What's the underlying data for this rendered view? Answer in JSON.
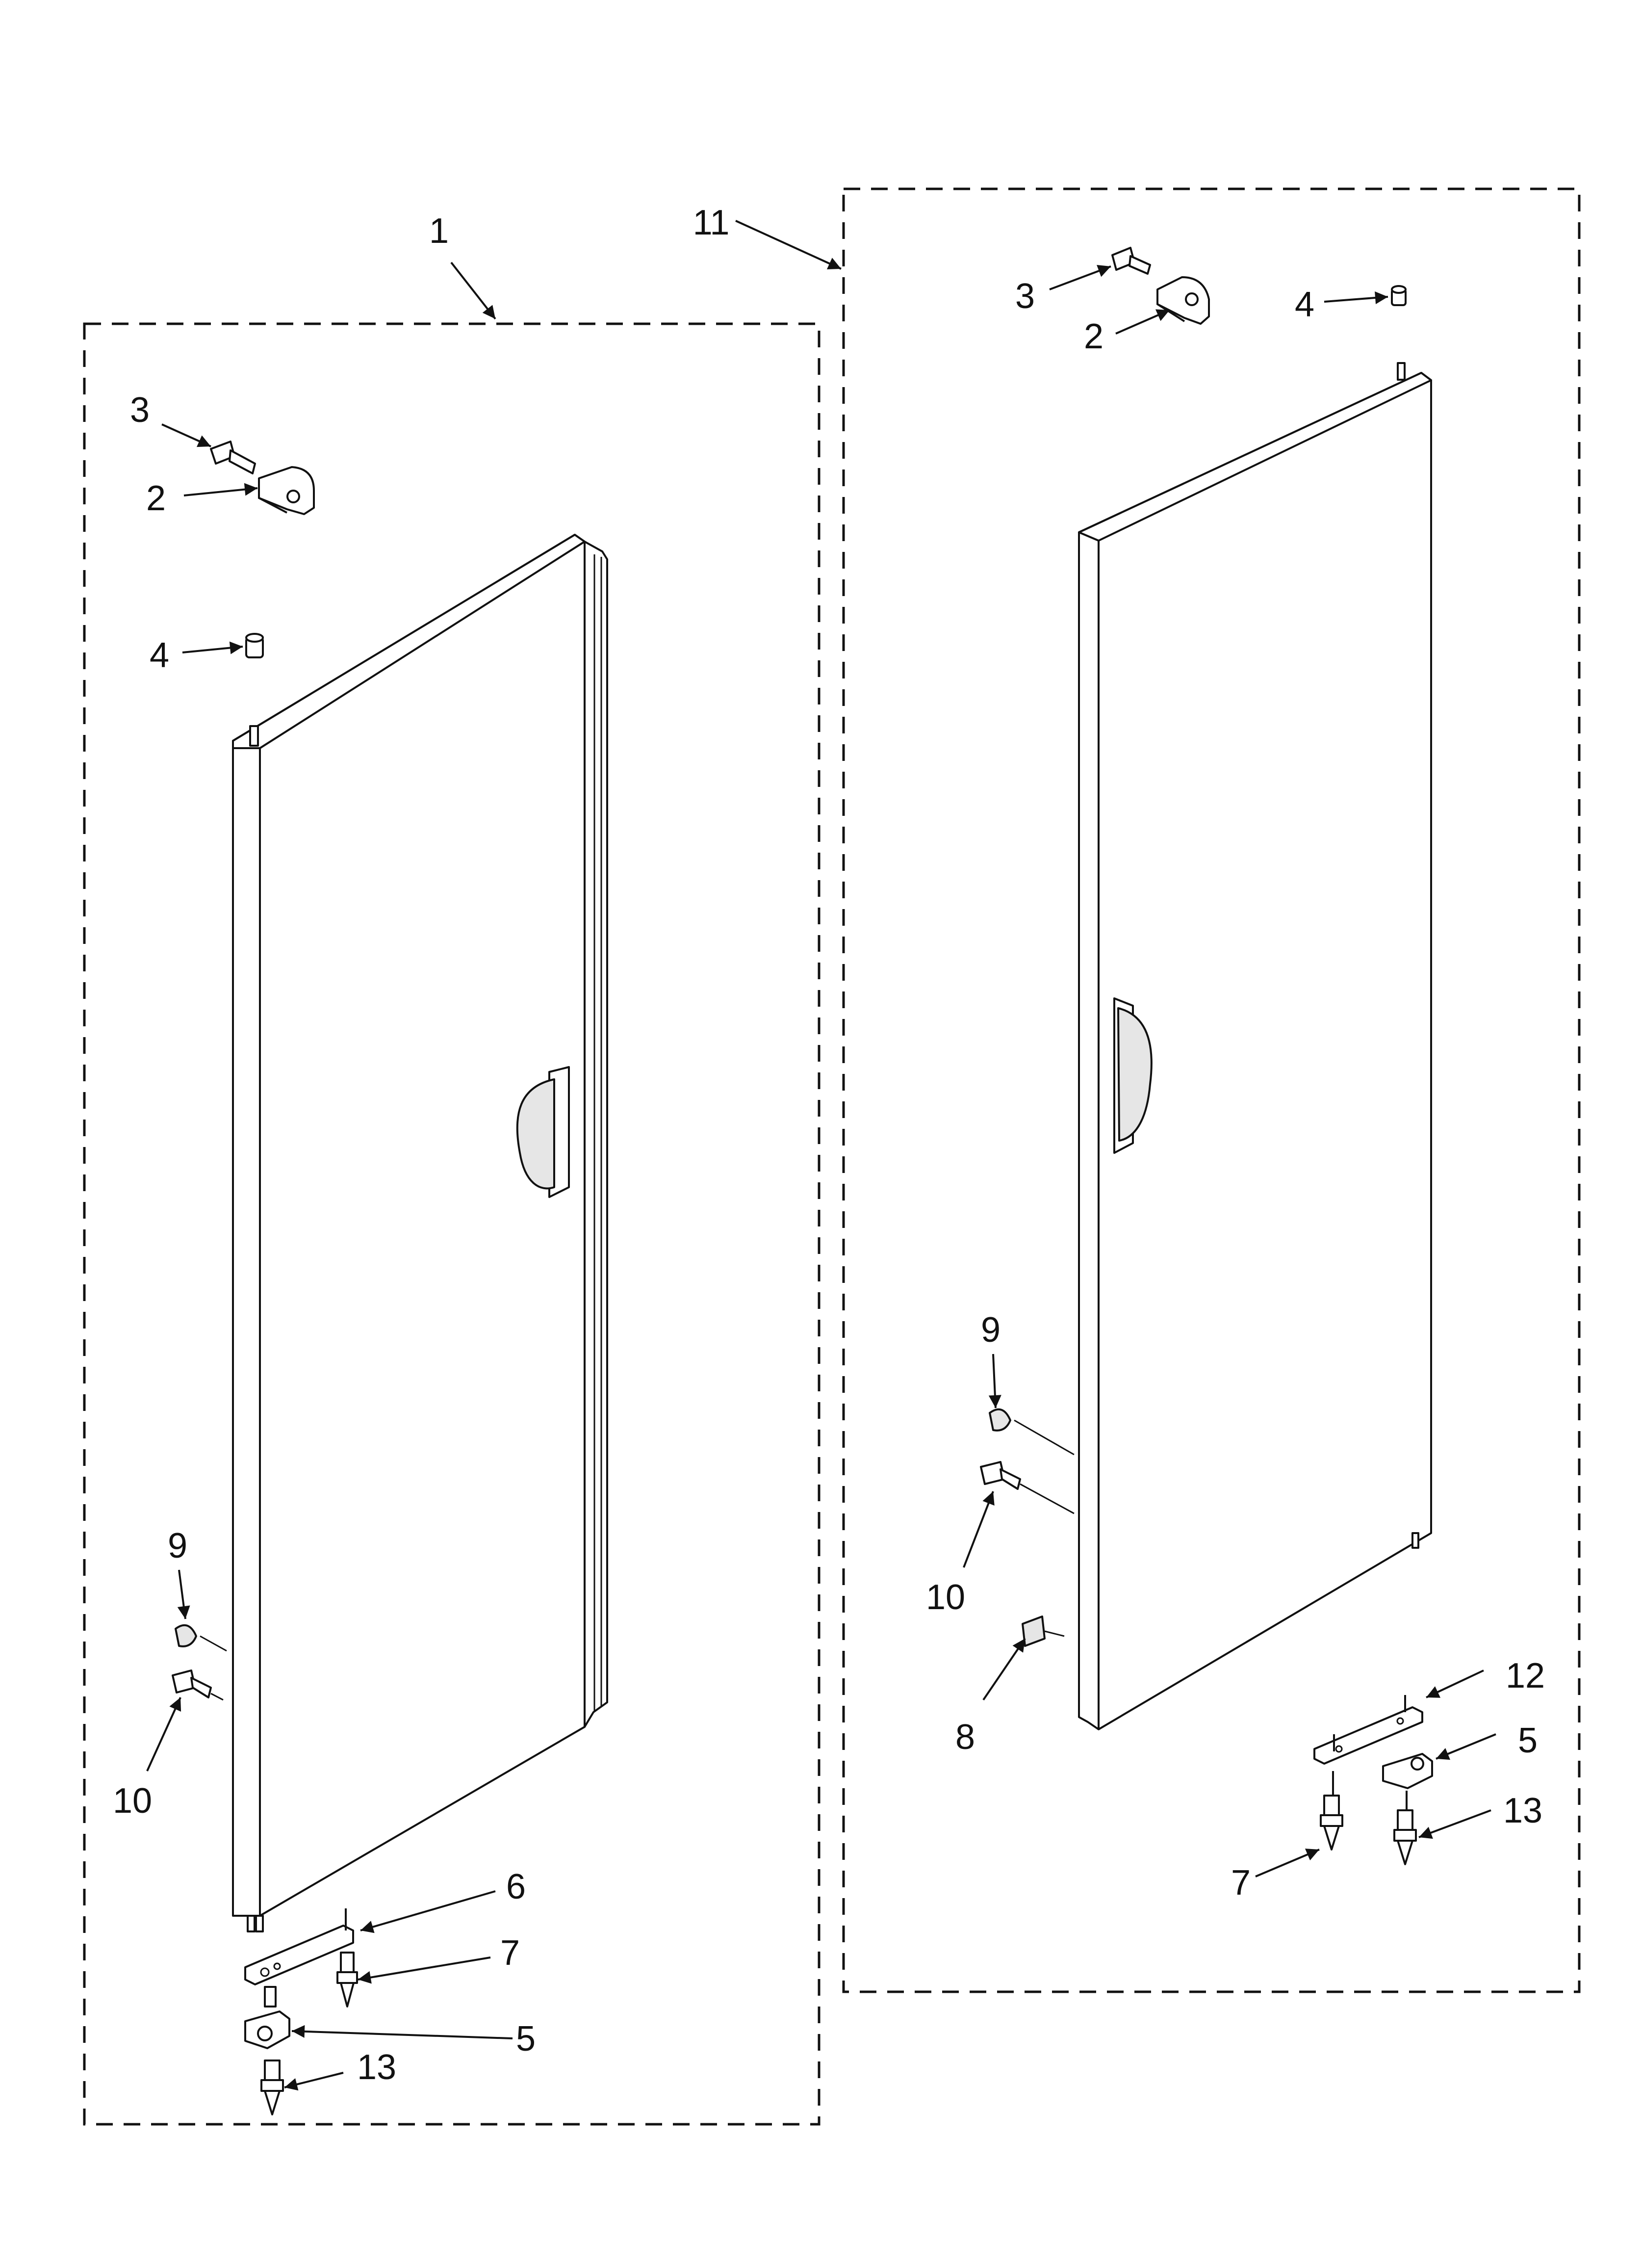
{
  "callouts": {
    "left": {
      "assembly": "1",
      "hinge_cover": "2",
      "screw_top": "3",
      "spacer": "4",
      "plug": "9",
      "screw_side": "10",
      "hinge_plate": "6",
      "screw_hinge": "7",
      "hinge_bracket": "5",
      "screw_bottom": "13"
    },
    "right": {
      "assembly": "11",
      "hinge_cover": "2",
      "screw_top": "3",
      "spacer": "4",
      "plug": "9",
      "screw_side": "10",
      "tape": "8",
      "hinge_plate": "12",
      "hinge_bracket": "5",
      "screw_hinge": "7",
      "screw_bottom": "13"
    }
  },
  "colors": {
    "line": "#111111",
    "background": "#ffffff"
  }
}
